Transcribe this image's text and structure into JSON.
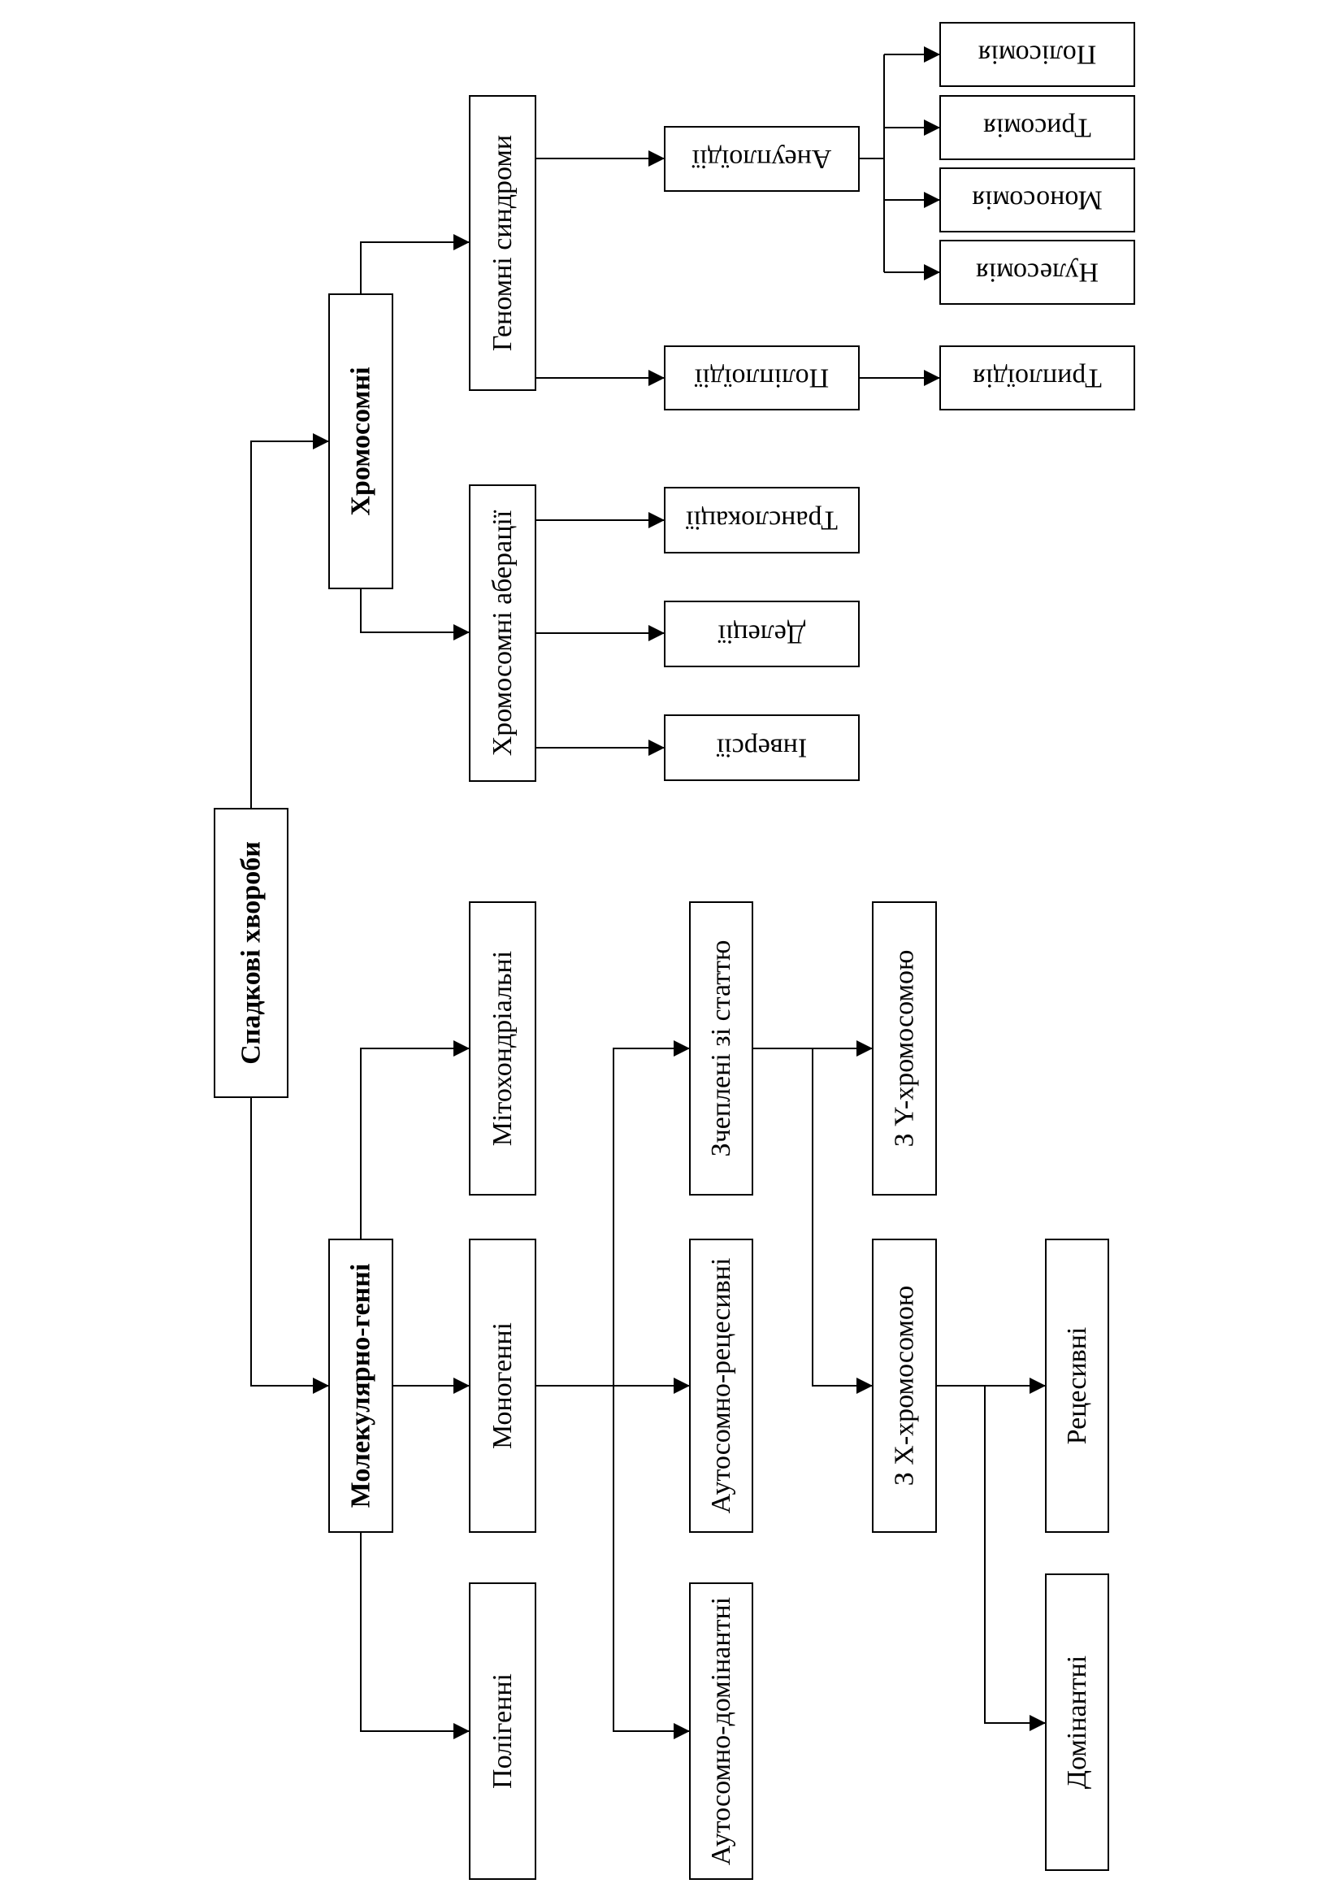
{
  "diagram": {
    "nodes": {
      "root": "Спадкові хвороби",
      "molecular": "Молекулярно-генні",
      "chromosomal": "Хромосомні",
      "polygenic": "Полігенні",
      "monogenic": "Моногенні",
      "mitochondrial": "Мітохондріальні",
      "aut_dom": "Аутосомно-домінантні",
      "aut_rec": "Аутосомно-рецесивні",
      "sex_linked": "Зчеплені зі статтю",
      "x_linked": "З X-хромосомою",
      "y_linked": "З Y-хромосомою",
      "dominant": "Домінантні",
      "recessive": "Рецесивні",
      "aberrations": "Хромосомні аберації",
      "inversions": "Інверсії",
      "deletions": "Делеції",
      "translocations": "Транслокації",
      "genomic": "Геномні синдроми",
      "polyploidy": "Поліплоїдії",
      "aneuploidy": "Анеуплоїдії",
      "triploidy": "Триплоїдія",
      "nullisomy": "Нулесомія",
      "monosomy": "Моносомія",
      "trisomy": "Трисомія",
      "polysomy": "Полісомія"
    }
  }
}
